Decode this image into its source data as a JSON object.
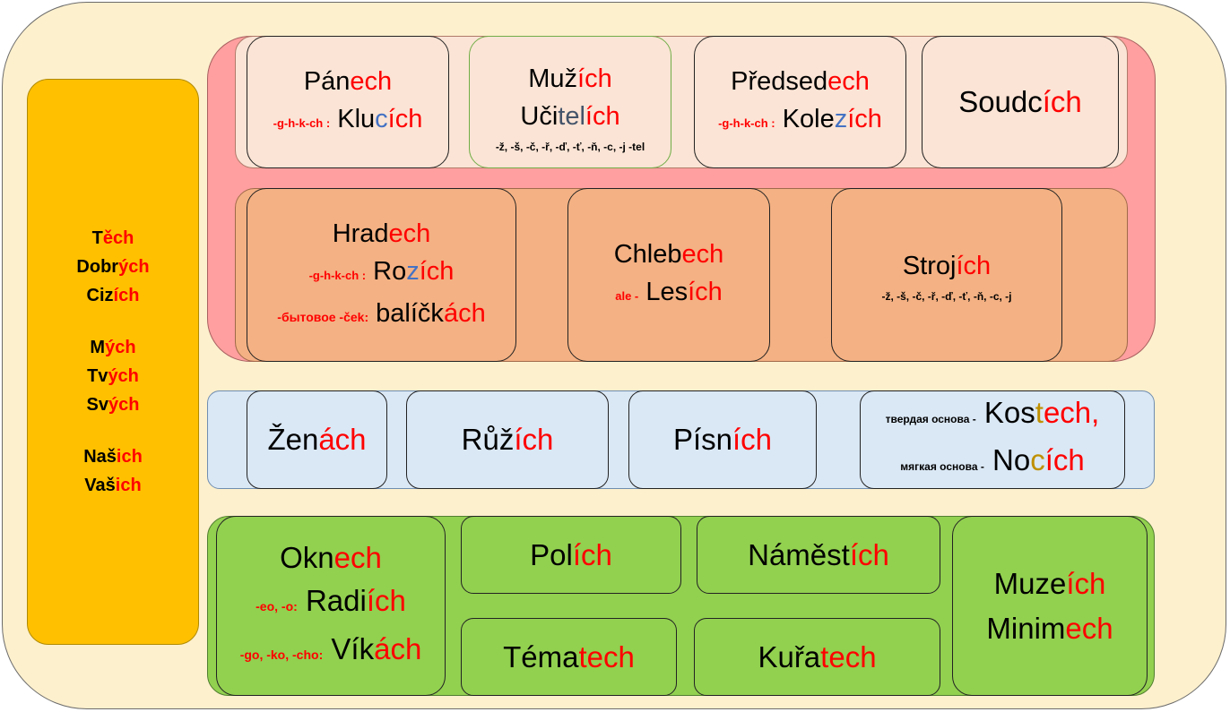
{
  "colors": {
    "accent": "#ff0000",
    "blue": "#4472c4",
    "teal": "#44546a",
    "gold": "#bf9000"
  },
  "adjectives": [
    [
      {
        "s": "T"
      },
      {
        "e": "ěch"
      }
    ],
    [
      {
        "s": "Dobr"
      },
      {
        "e": "ých"
      }
    ],
    [
      {
        "s": "Ciz"
      },
      {
        "e": "ích"
      }
    ],
    [
      {
        "s": "M"
      },
      {
        "e": "ých"
      }
    ],
    [
      {
        "s": "Tv"
      },
      {
        "e": "ých"
      }
    ],
    [
      {
        "s": "Sv"
      },
      {
        "e": "ých"
      }
    ],
    [
      {
        "s": "Naš"
      },
      {
        "e": "ich"
      }
    ],
    [
      {
        "s": "Vaš"
      },
      {
        "e": "ich"
      }
    ]
  ],
  "masc_anim": {
    "panech": {
      "stem": "Pán",
      "end": "ech",
      "note": "-g-h-k-ch :",
      "w_stem": "Klu",
      "w_c": "c",
      "w_end": "ích"
    },
    "muzich": {
      "stem": "Muž",
      "end": "ích",
      "s2_stem": "Uči",
      "s2_mid": "tel",
      "s2_end": "ích",
      "note": "-ž, -š, -č, -ř, -ď, -ť, -ň, -c, -j -tel"
    },
    "predsedech": {
      "stem": "Předsed",
      "end": "ech",
      "note": "-g-h-k-ch :",
      "w_stem": "Kole",
      "w_c": "z",
      "w_end": "ích"
    },
    "soudcich": {
      "stem": "Soudc",
      "end": "ích"
    }
  },
  "masc_inan": {
    "hradech": {
      "stem": "Hrad",
      "end": "ech",
      "note1": "-g-h-k-ch :",
      "w1_stem": "Ro",
      "w1_c": "z",
      "w1_end": "ích",
      "note2": "-бытовое -ček:",
      "w2_stem": "balíčk",
      "w2_end": "ách"
    },
    "chlebech": {
      "stem": "Chleb",
      "end": "ech",
      "note": "ale -",
      "w_stem": "Les",
      "w_end": "ích"
    },
    "strojich": {
      "stem": "Stroj",
      "end": "ích",
      "note": "-ž, -š, -č, -ř, -ď, -ť, -ň, -c, -j"
    }
  },
  "feminine": {
    "zenach": {
      "stem": "Žen",
      "end": "ách"
    },
    "ruzich": {
      "stem": "Růž",
      "end": "ích"
    },
    "pisnich": {
      "stem": "Písn",
      "end": "ích"
    },
    "kost": {
      "note1": "твердая основа -",
      "w1_stem": "Kos",
      "w1_t": "t",
      "w1_end": "ech,",
      "note2": "мягкая основа -",
      "w2_stem": "No",
      "w2_c": "c",
      "w2_end": "ích"
    }
  },
  "neuter": {
    "oknech": {
      "stem": "Okn",
      "end": "ech",
      "note1": "-eo, -o:",
      "w1_stem": "Radi",
      "w1_end": "ích",
      "note2": "-go, -ko, -cho:",
      "w2_stem": "Vík",
      "w2_end": "ách"
    },
    "polich": {
      "stem": "Pol",
      "end": "ích"
    },
    "namestich": {
      "stem": "Náměst",
      "end": "ích"
    },
    "tematech": {
      "stem": "Téma",
      "end": "tech"
    },
    "kuratech": {
      "stem": "Kuřa",
      "end": "tech"
    },
    "muzeich": {
      "stem": "Muze",
      "end": "ích",
      "s2_stem": "Minim",
      "s2_end": "ech"
    }
  }
}
